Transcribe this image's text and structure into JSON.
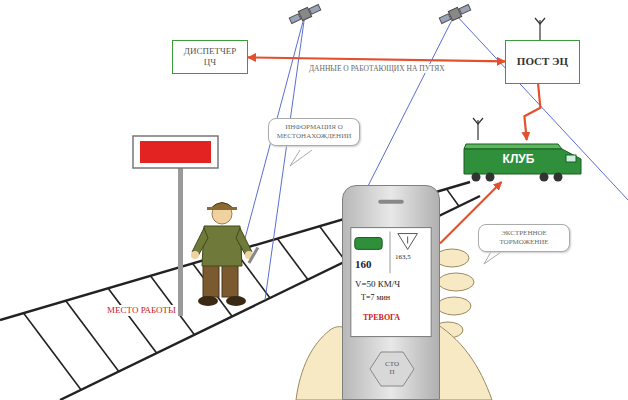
{
  "diagram": {
    "nodes": [
      {
        "text": [
          "ДИСПЕТЧЕР ЦЧ"
        ]
      },
      {
        "text": [
          "ПОСТ ЭЦ"
        ]
      },
      {
        "text": [
          "ИНФОРМАЦИЯ О МЕСТОНАХОЖДЕНИИ"
        ]
      },
      {
        "text": [
          "КЛУБ"
        ]
      },
      {
        "text": [
          "ЭКСТРЕННОЕ ТОРМОЖЕНИЕ"
        ]
      },
      {
        "text": [
          "160",
          "163,5",
          "V=50 КМ/Ч",
          "T=7 мин",
          "ТРЕВОГА"
        ]
      },
      {
        "text": [
          "СТО П"
        ],
        "in": 5
      }
    ],
    "edges": [
      {
        "from": 0,
        "to": 1,
        "label": "ДАННЫЕ О РАБОТАЮЩИХ НА ПУТЯХ",
        "arrow": "both"
      },
      {
        "from": 1,
        "to": 3,
        "arrow": "to"
      },
      {
        "from": 5,
        "to": 3,
        "arrow": "to"
      }
    ],
    "labels": [
      "МЕСТО РАБОТЫ"
    ]
  }
}
